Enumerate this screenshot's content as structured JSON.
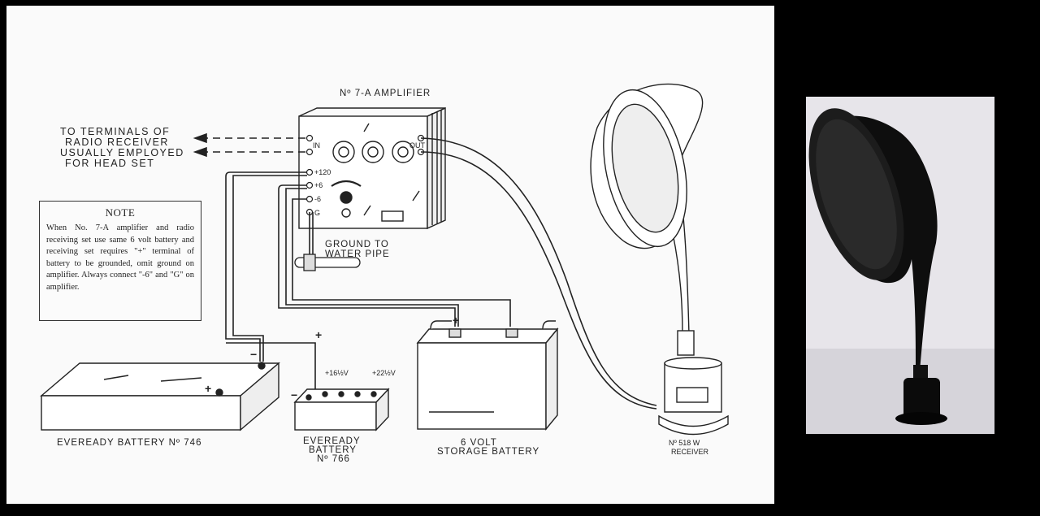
{
  "diagram": {
    "amplifier_title": "Nº 7-A AMPLIFIER",
    "receiver_terminals": [
      "TO TERMINALS OF",
      "RADIO RECEIVER",
      "USUALLY EMPLOYED",
      "FOR HEAD SET"
    ],
    "terminals": {
      "in": "IN",
      "out": "OUT",
      "plus120": "+120",
      "plus6": "+6",
      "minus6": "-6",
      "g": "G"
    },
    "ground_label": [
      "GROUND TO",
      "WATER PIPE"
    ],
    "note": {
      "title": "NOTE",
      "body": "When No. 7-A amplifier and radio receiving set use same 6 volt battery and receiving set requires \"+\" terminal of battery to be grounded, omit ground on amplifier. Always connect \"-6\" and \"G\" on amplifier."
    },
    "battery_746": "EVEREADY BATTERY Nº 746",
    "battery_766": [
      "EVEREADY",
      "BATTERY",
      "Nº 766"
    ],
    "storage_battery": [
      "6 VOLT",
      "STORAGE BATTERY"
    ],
    "receiver": [
      "Nº 518 W",
      "RECEIVER"
    ],
    "tap_16": "+16½V",
    "tap_22": "+22½V",
    "plus": "+",
    "minus": "−"
  },
  "colors": {
    "background": "#000000",
    "paper": "#fafafa",
    "ink": "#222222",
    "photo_bg": "#e7e5ea",
    "horn": "#101010"
  }
}
